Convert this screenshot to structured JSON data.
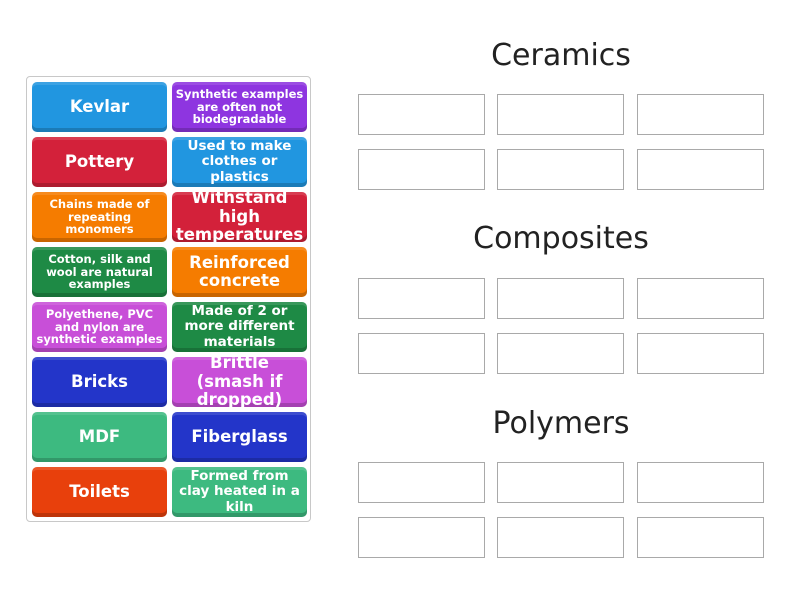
{
  "cards": [
    {
      "label": "Kevlar",
      "color": "#2196e0",
      "size": "lg"
    },
    {
      "label": "Synthetic examples are often not biodegradable",
      "color": "#8e35e0",
      "size": "sm"
    },
    {
      "label": "Pottery",
      "color": "#d3213a",
      "size": "lg"
    },
    {
      "label": "Used to make clothes or plastics",
      "color": "#2196e0",
      "size": "md"
    },
    {
      "label": "Chains made of repeating monomers",
      "color": "#f57c00",
      "size": "sm"
    },
    {
      "label": "Withstand high temperatures",
      "color": "#d3213a",
      "size": "lg"
    },
    {
      "label": "Cotton, silk and wool are natural examples",
      "color": "#1e8a45",
      "size": "sm"
    },
    {
      "label": "Reinforced concrete",
      "color": "#f57c00",
      "size": "lg"
    },
    {
      "label": "Polyethene, PVC and nylon are synthetic examples",
      "color": "#c84fd8",
      "size": "sm"
    },
    {
      "label": "Made of 2 or more different materials",
      "color": "#1e8a45",
      "size": "md"
    },
    {
      "label": "Bricks",
      "color": "#2335c9",
      "size": "lg"
    },
    {
      "label": "Brittle (smash if dropped)",
      "color": "#c84fd8",
      "size": "lg"
    },
    {
      "label": "MDF",
      "color": "#3dba80",
      "size": "lg"
    },
    {
      "label": "Fiberglass",
      "color": "#2335c9",
      "size": "lg"
    },
    {
      "label": "Toilets",
      "color": "#e8400c",
      "size": "lg"
    },
    {
      "label": "Formed from clay heated in a kiln",
      "color": "#3dba80",
      "size": "md"
    }
  ],
  "groups": [
    {
      "title": "Ceramics",
      "slots": 6
    },
    {
      "title": "Composites",
      "slots": 6
    },
    {
      "title": "Polymers",
      "slots": 6
    }
  ]
}
